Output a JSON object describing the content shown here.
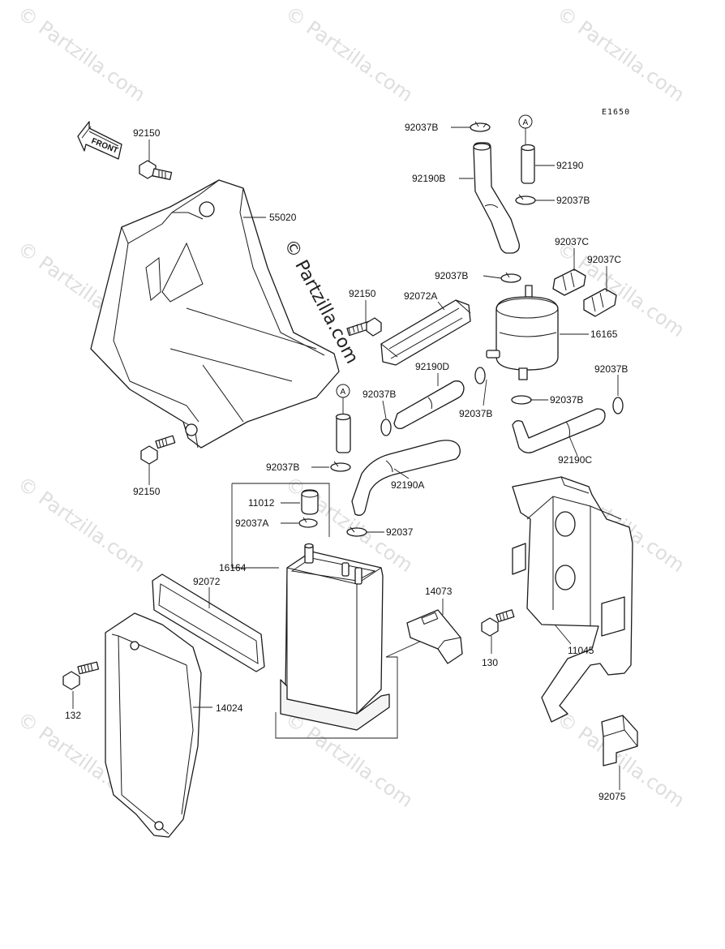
{
  "diagram_code": "E1650",
  "front_arrow_label": "FRONT",
  "watermark_text": "© Partzilla.com",
  "reference_marker": "A",
  "parts": [
    {
      "id": "p92150a",
      "number": "92150"
    },
    {
      "id": "p55020",
      "number": "55020"
    },
    {
      "id": "p92150b",
      "number": "92150"
    },
    {
      "id": "p92150c",
      "number": "92150"
    },
    {
      "id": "p92037B_1",
      "number": "92037B"
    },
    {
      "id": "p92190B",
      "number": "92190B"
    },
    {
      "id": "p92190",
      "number": "92190"
    },
    {
      "id": "p92037B_2",
      "number": "92037B"
    },
    {
      "id": "p92037C_1",
      "number": "92037C"
    },
    {
      "id": "p92037C_2",
      "number": "92037C"
    },
    {
      "id": "p92037B_3",
      "number": "92037B"
    },
    {
      "id": "p92072A",
      "number": "92072A"
    },
    {
      "id": "p16165",
      "number": "16165"
    },
    {
      "id": "p92190D",
      "number": "92190D"
    },
    {
      "id": "p92037B_4",
      "number": "92037B"
    },
    {
      "id": "p92037B_5",
      "number": "92037B"
    },
    {
      "id": "p92037B_6",
      "number": "92037B"
    },
    {
      "id": "p92037B_7",
      "number": "92037B"
    },
    {
      "id": "p92190C",
      "number": "92190C"
    },
    {
      "id": "p92037B_8",
      "number": "92037B"
    },
    {
      "id": "p92190A",
      "number": "92190A"
    },
    {
      "id": "p11012",
      "number": "11012"
    },
    {
      "id": "p92037A",
      "number": "92037A"
    },
    {
      "id": "p92037",
      "number": "92037"
    },
    {
      "id": "p16164",
      "number": "16164"
    },
    {
      "id": "p92072",
      "number": "92072"
    },
    {
      "id": "p14073",
      "number": "14073"
    },
    {
      "id": "p130",
      "number": "130"
    },
    {
      "id": "p11045",
      "number": "11045"
    },
    {
      "id": "p132",
      "number": "132"
    },
    {
      "id": "p14024",
      "number": "14024"
    },
    {
      "id": "p92075",
      "number": "92075"
    }
  ]
}
